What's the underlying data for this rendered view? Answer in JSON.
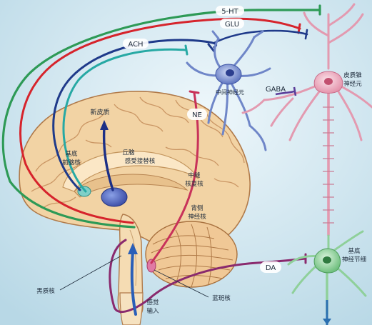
{
  "neurotransmitters": {
    "serotonin": "5-HT",
    "glutamate": "GLU",
    "acetylcholine": "ACH",
    "gaba": "GABA",
    "norepinephrine": "NE",
    "dopamine": "DA"
  },
  "labels": {
    "neocortex": "新皮质",
    "basal_forebrain": [
      "基底",
      "前脑核"
    ],
    "thalamus": [
      "丘脑",
      "感受接替核"
    ],
    "raphe_nuclei": [
      "中缝",
      "核复核"
    ],
    "locus_coeruleus": [
      "背侧",
      "神经核"
    ],
    "substantia_nigra": "黑质核",
    "sensory_input": [
      "感觉",
      "输入"
    ],
    "blue_spot": "蓝斑核",
    "interneuron": "中间神经元",
    "cortical_neuron": [
      "皮质锥",
      "神经元"
    ],
    "basal_ganglia_neuron": [
      "基底",
      "神经节细"
    ]
  },
  "colors": {
    "serotonin": "#2e9a56",
    "glutamate": "#1f3a8a",
    "acetylcholine": "#27a9a4",
    "red_pathway": "#d6242c",
    "norepinephrine": "#c8325a",
    "dopamine": "#8a2a6e",
    "sensory": "#2a5fb8",
    "interneuron": "#6f86c8",
    "pyramidal": "#e9a5b8",
    "ganglion": "#8fd09a",
    "brain": "#f0cf9c",
    "background": "#cfe6ef"
  }
}
